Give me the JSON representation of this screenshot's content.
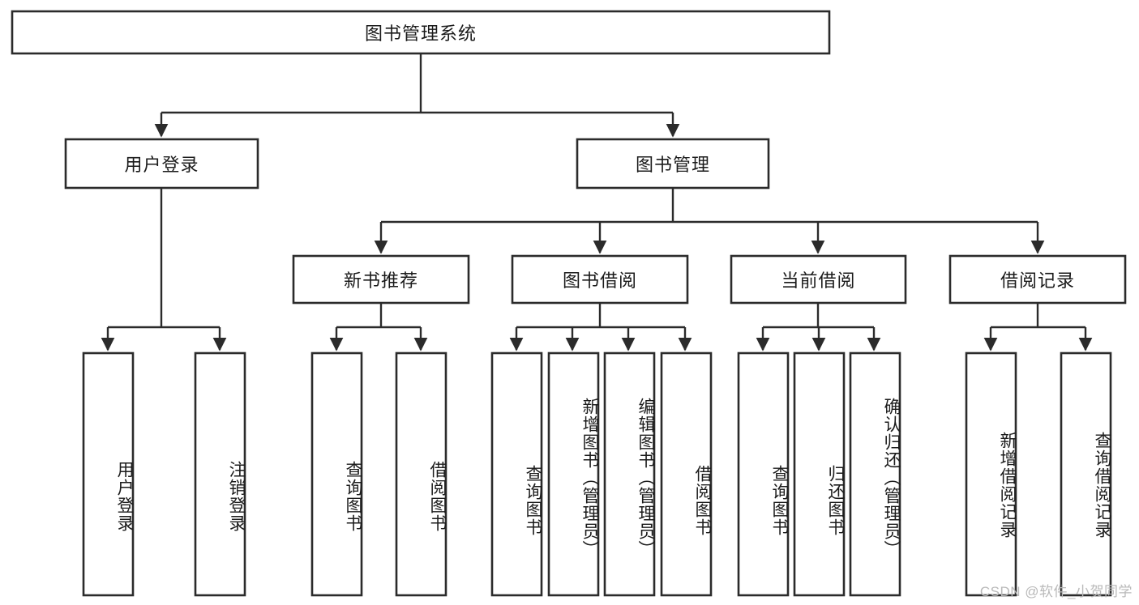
{
  "diagram": {
    "title": "图书管理系统",
    "type": "tree",
    "watermark": "CSDN @软件_小贺同学",
    "colors": {
      "box_stroke": "#2b2b2b",
      "box_fill": "#ffffff",
      "connector": "#2b2b2b",
      "text": "#1b1b1b",
      "watermark": "#b9b9b9",
      "background": "#ffffff"
    },
    "levels": {
      "root": {
        "label": "图书管理系统"
      },
      "level2": [
        {
          "label": "用户登录"
        },
        {
          "label": "图书管理"
        }
      ],
      "level3": [
        {
          "label": "新书推荐"
        },
        {
          "label": "图书借阅"
        },
        {
          "label": "当前借阅"
        },
        {
          "label": "借阅记录"
        }
      ],
      "leaves": {
        "user_login": [
          {
            "label": "用户登录"
          },
          {
            "label": "注销登录"
          }
        ],
        "new_book_recommend": [
          {
            "label": "查询图书"
          },
          {
            "label": "借阅图书"
          }
        ],
        "book_borrow": [
          {
            "label": "查询图书"
          },
          {
            "label": "新增图书（管理员）"
          },
          {
            "label": "编辑图书（管理员）"
          },
          {
            "label": "借阅图书"
          }
        ],
        "current_borrow": [
          {
            "label": "查询图书"
          },
          {
            "label": "归还图书"
          },
          {
            "label": "确认归还（管理员）"
          }
        ],
        "borrow_record": [
          {
            "label": "新增借阅记录"
          },
          {
            "label": "查询借阅记录"
          }
        ]
      }
    }
  }
}
